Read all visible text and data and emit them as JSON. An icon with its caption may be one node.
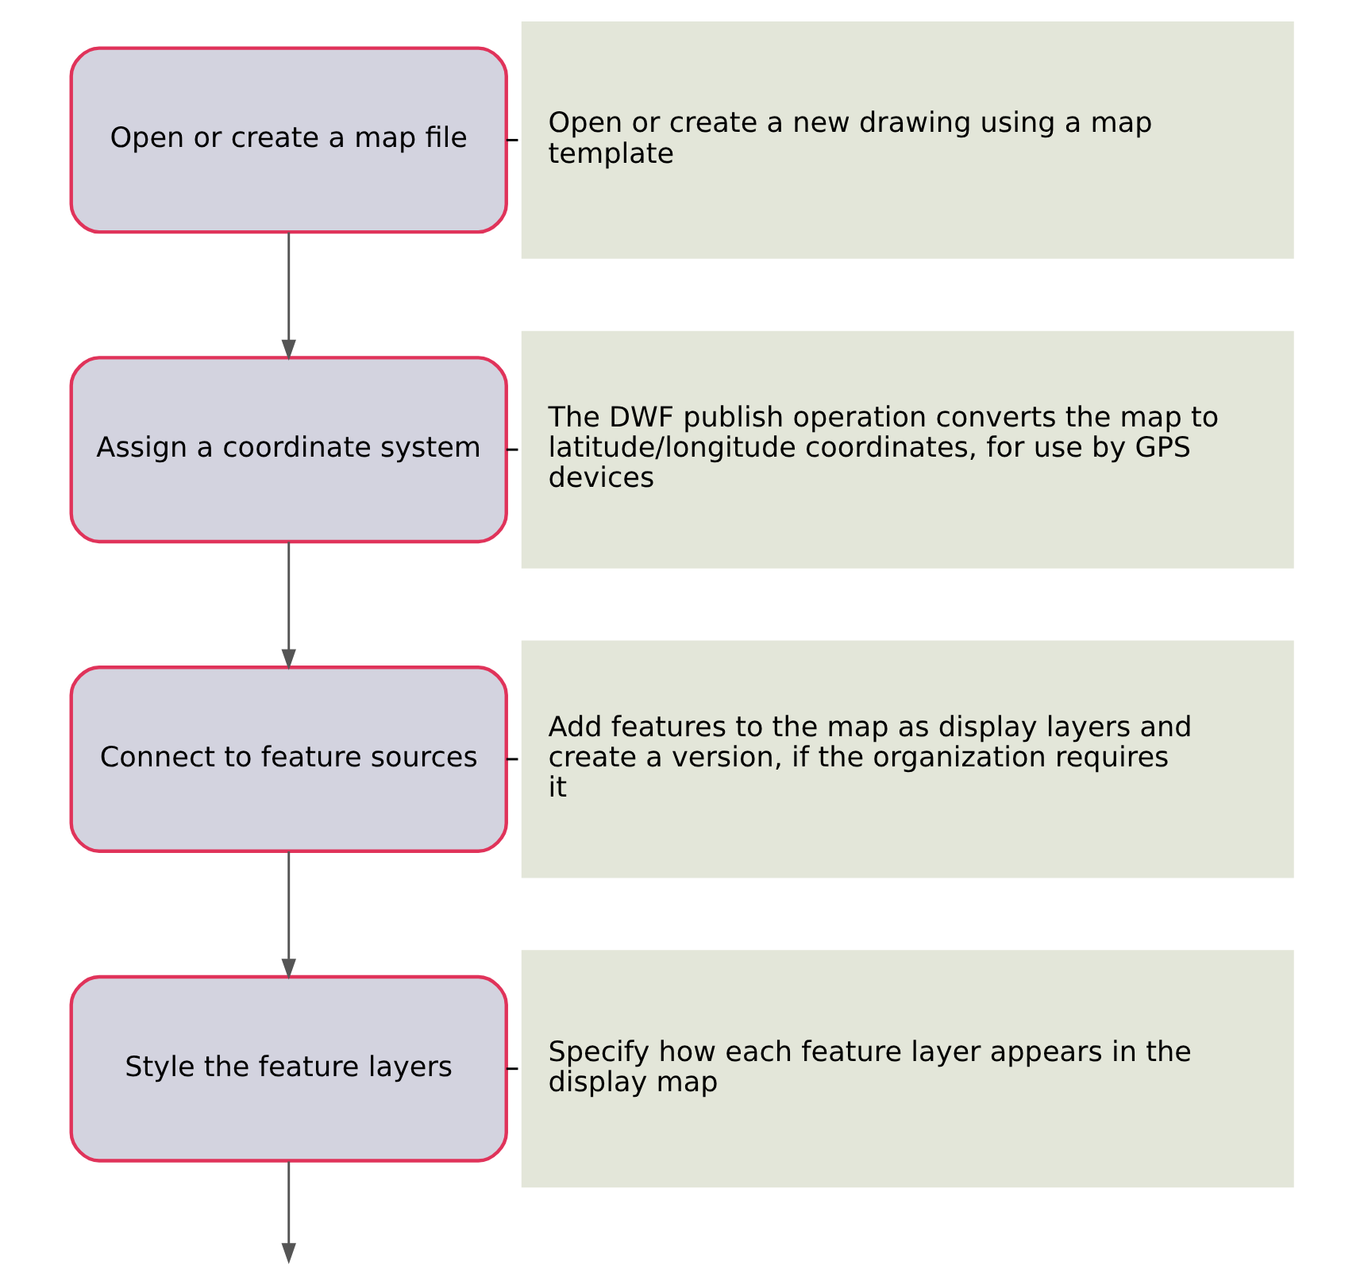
{
  "diagram": {
    "nodes": [
      {
        "text": [
          "Open or create a map file"
        ]
      },
      {
        "text": [
          "Open or create a new drawing using a map template"
        ]
      },
      {
        "text": [
          "Assign a coordinate system"
        ]
      },
      {
        "text": [
          "The DWF publish operation converts the map to latitude/longitude coordinates, for use by GPS devices"
        ]
      },
      {
        "text": [
          "Connect to feature sources"
        ]
      },
      {
        "text": [
          "Add features to the map as display layers and create a version, if the organization requires it"
        ]
      },
      {
        "text": [
          "Style the feature layers"
        ]
      },
      {
        "text": [
          "Specify how each feature layer appears in the display map"
        ]
      }
    ],
    "edges": [
      {
        "from": 0,
        "to": 1,
        "arrow": "none",
        "style": "dashed"
      },
      {
        "from": 0,
        "to": 2,
        "arrow": "to"
      },
      {
        "from": 2,
        "to": 3,
        "arrow": "none",
        "style": "dashed"
      },
      {
        "from": 2,
        "to": 4,
        "arrow": "to"
      },
      {
        "from": 4,
        "to": 5,
        "arrow": "none",
        "style": "dashed"
      },
      {
        "from": 4,
        "to": 6,
        "arrow": "to"
      },
      {
        "from": 6,
        "to": 7,
        "arrow": "none",
        "style": "dashed"
      },
      {
        "from": 6,
        "to": null,
        "arrow": "to"
      }
    ]
  }
}
